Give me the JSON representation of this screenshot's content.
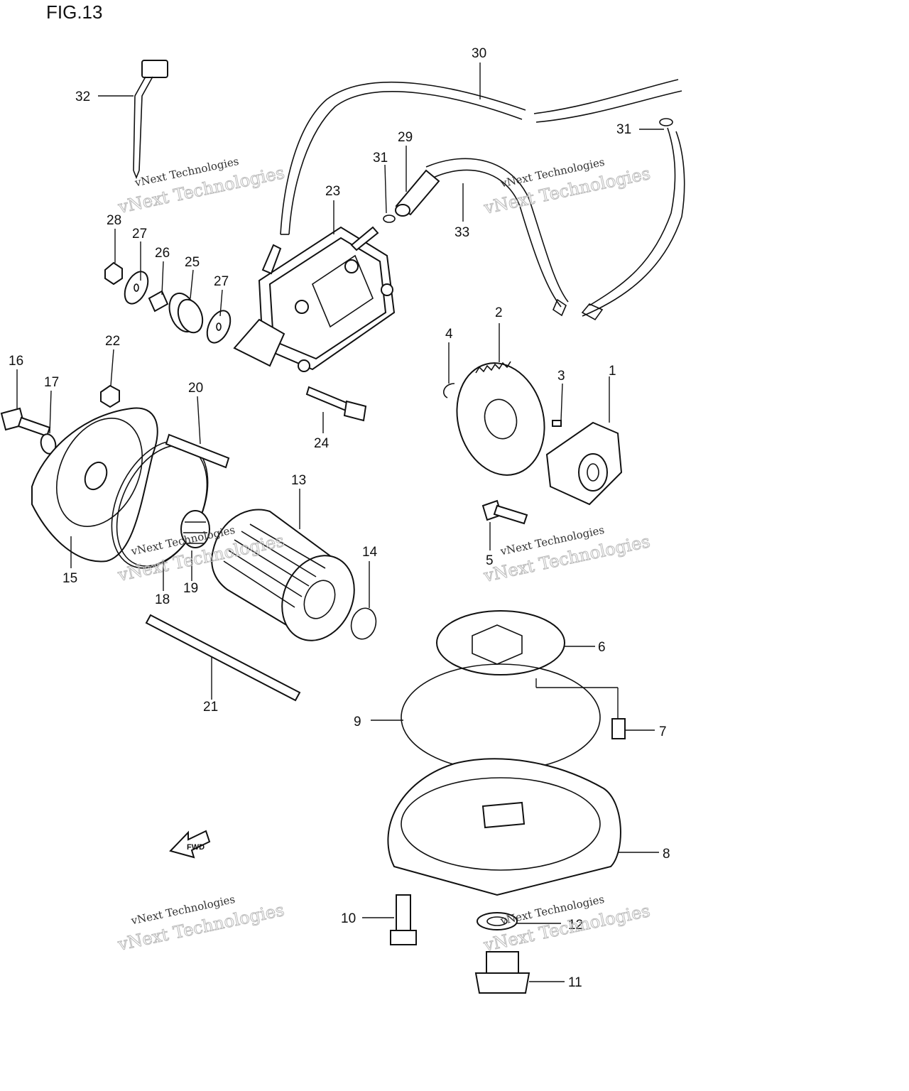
{
  "figure": {
    "title": "FIG.13"
  },
  "callouts": [
    {
      "id": "1",
      "label": "1"
    },
    {
      "id": "2",
      "label": "2"
    },
    {
      "id": "3",
      "label": "3"
    },
    {
      "id": "4",
      "label": "4"
    },
    {
      "id": "5",
      "label": "5"
    },
    {
      "id": "6",
      "label": "6"
    },
    {
      "id": "7",
      "label": "7"
    },
    {
      "id": "8",
      "label": "8"
    },
    {
      "id": "9",
      "label": "9"
    },
    {
      "id": "10",
      "label": "10"
    },
    {
      "id": "11",
      "label": "11"
    },
    {
      "id": "12",
      "label": "12"
    },
    {
      "id": "13",
      "label": "13"
    },
    {
      "id": "14",
      "label": "14"
    },
    {
      "id": "15",
      "label": "15"
    },
    {
      "id": "16",
      "label": "16"
    },
    {
      "id": "17",
      "label": "17"
    },
    {
      "id": "18",
      "label": "18"
    },
    {
      "id": "19",
      "label": "19"
    },
    {
      "id": "20",
      "label": "20"
    },
    {
      "id": "21",
      "label": "21"
    },
    {
      "id": "22",
      "label": "22"
    },
    {
      "id": "23",
      "label": "23"
    },
    {
      "id": "24",
      "label": "24"
    },
    {
      "id": "25",
      "label": "25"
    },
    {
      "id": "26",
      "label": "26"
    },
    {
      "id": "27a",
      "label": "27"
    },
    {
      "id": "27b",
      "label": "27"
    },
    {
      "id": "28",
      "label": "28"
    },
    {
      "id": "29",
      "label": "29"
    },
    {
      "id": "30",
      "label": "30"
    },
    {
      "id": "31a",
      "label": "31"
    },
    {
      "id": "31b",
      "label": "31"
    },
    {
      "id": "32",
      "label": "32"
    },
    {
      "id": "33",
      "label": "33"
    }
  ],
  "watermark": {
    "line1": "vNext Technologies",
    "line2": "vNext Technologies"
  },
  "direction_arrow": {
    "label": "FWD",
    "icon": "fwd-arrow-icon"
  }
}
